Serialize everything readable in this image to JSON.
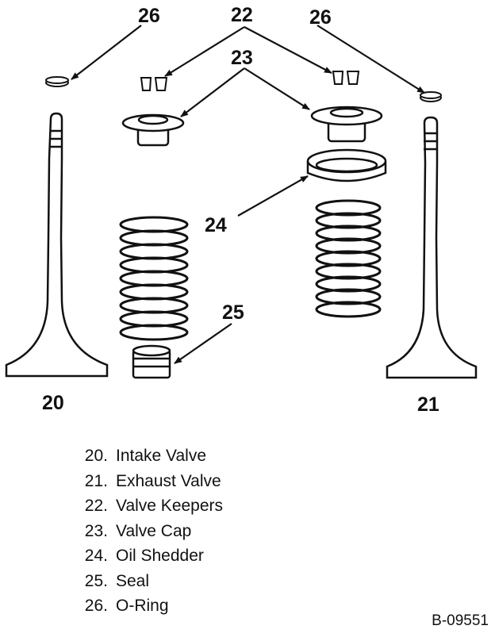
{
  "callouts": {
    "c20": "20",
    "c21": "21",
    "c22": "22",
    "c23": "23",
    "c24": "24",
    "c25": "25",
    "c26_left": "26",
    "c26_right": "26"
  },
  "legend": [
    {
      "num": "20.",
      "label": "Intake Valve"
    },
    {
      "num": "21.",
      "label": "Exhaust Valve"
    },
    {
      "num": "22.",
      "label": "Valve Keepers"
    },
    {
      "num": "23.",
      "label": "Valve Cap"
    },
    {
      "num": "24.",
      "label": "Oil Shedder"
    },
    {
      "num": "25.",
      "label": "Seal"
    },
    {
      "num": "26.",
      "label": "O-Ring"
    }
  ],
  "figure_code": "B-09551"
}
